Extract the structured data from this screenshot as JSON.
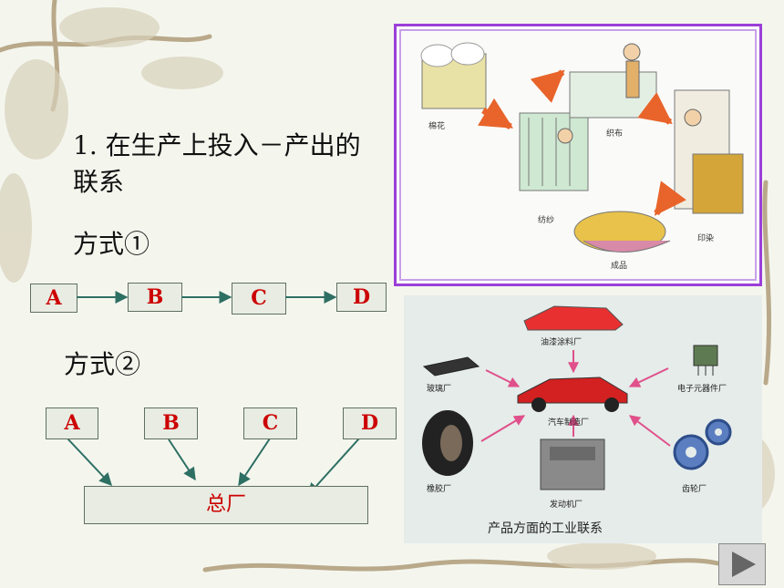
{
  "heading": "1. 在生产上投入－产出的联系",
  "way1": {
    "label": "方式①",
    "nodes": [
      "A",
      "B",
      "C",
      "D"
    ]
  },
  "way2": {
    "label": "方式②",
    "nodes": [
      "A",
      "B",
      "C",
      "D"
    ],
    "target": "总厂"
  },
  "panel1": {
    "steps": [
      "棉花",
      "纺纱",
      "织布",
      "印染",
      "成品"
    ]
  },
  "panel2": {
    "hub": "汽车制造厂",
    "suppliers": [
      "油漆涂料厂",
      "玻璃厂",
      "电子元器件厂",
      "橡胶厂",
      "发动机厂",
      "齿轮厂"
    ],
    "caption": "产品方面的工业联系"
  },
  "colors": {
    "node_text": "#cc0000",
    "arrow": "#2e6f63",
    "frame": "#9b3fd9",
    "pink_arrow": "#e0508a",
    "orange_arrow": "#e8642a"
  },
  "icons": {
    "next": "play-triangle-icon"
  }
}
